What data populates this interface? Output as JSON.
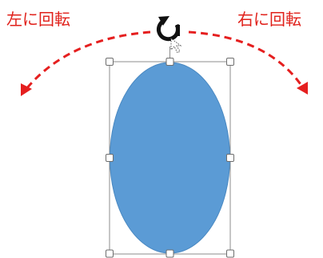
{
  "labels": {
    "rotate_left": "左に回転",
    "rotate_right": "右に回転"
  },
  "colors": {
    "label_red": "#e0201a",
    "arrow_red": "#e51f1f",
    "shape_fill": "#5b9bd5",
    "shape_stroke": "#4a89c2",
    "selection_border": "#8c8c8c",
    "handle_border": "#6e6e6e",
    "handle_fill": "#ffffff",
    "rotate_icon": "#111111"
  },
  "icons": {
    "rotation_handle": "rotate-cursor-icon",
    "left_arrow": "curved-arrow-left-icon",
    "right_arrow": "curved-arrow-right-icon"
  },
  "shape": {
    "type": "ellipse"
  }
}
